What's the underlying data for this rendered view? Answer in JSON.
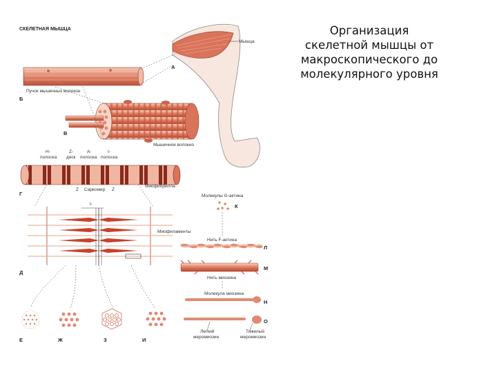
{
  "slide": {
    "title_lines": [
      "Организация",
      "скелетной мышцы от",
      "макроскопического до",
      "молекулярного уровня"
    ]
  },
  "diagram": {
    "header": "СКЕЛЕТНАЯ МЫШЦА",
    "muscle_label": "Мышца",
    "fiber_bundle_label": "Пучок мышечных волокон",
    "muscle_fiber_label": "Мышечное волокно",
    "band_labels": {
      "h": "H-\nполоска",
      "z": "Z-\nдиск",
      "a": "A-\nполоска",
      "i": "I-\nполоска"
    },
    "sarcomere_label": "Саркомер",
    "z_left": "Z",
    "z_right": "Z",
    "myofibril_label": "Миофибрилла",
    "i_mark": "I-",
    "myofilaments_label": "Миофиламенты",
    "g_actin_label": "Молекулы G-актина",
    "f_actin_label": "Нить F-актина",
    "myosin_filament_label": "Нить миозина",
    "myosin_molecule_label": "Молекула миозина",
    "light_meromyosin_label": "Легкий\nмеромиозин",
    "heavy_meromyosin_label": "Тяжелый\nмеромиозин",
    "letters": {
      "A": "А",
      "B": "Б",
      "V": "В",
      "G": "Г",
      "D": "Д",
      "E": "Е",
      "ZH": "Ж",
      "Z": "З",
      "I": "И",
      "K": "К",
      "L": "Л",
      "M": "М",
      "N": "Н",
      "O": "О"
    },
    "colors": {
      "muscle": "#e08a72",
      "muscle_dark": "#b4432e",
      "fiber_light": "#f3c2b0",
      "line": "#444444"
    }
  }
}
